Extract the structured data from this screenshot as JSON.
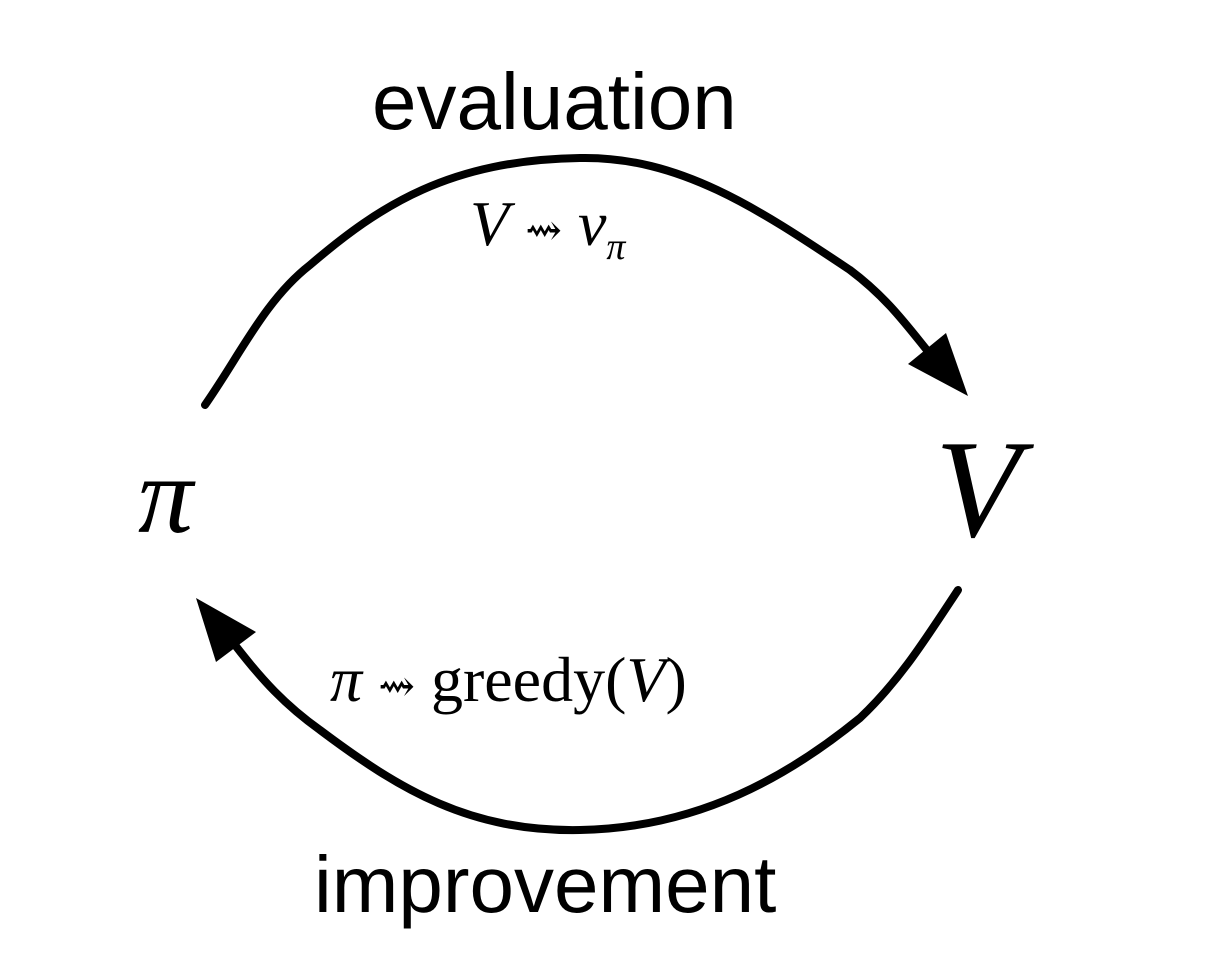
{
  "top_label": "evaluation",
  "bottom_label": "improvement",
  "left_node": "π",
  "right_node": "V",
  "top_formula": {
    "lhs": "V",
    "arrow": "⇝",
    "rhs": "v",
    "sub": "π"
  },
  "bottom_formula": {
    "lhs": "π",
    "arrow": "⇝",
    "rhs": "greedy(",
    "arg": "V",
    "close": ")"
  }
}
